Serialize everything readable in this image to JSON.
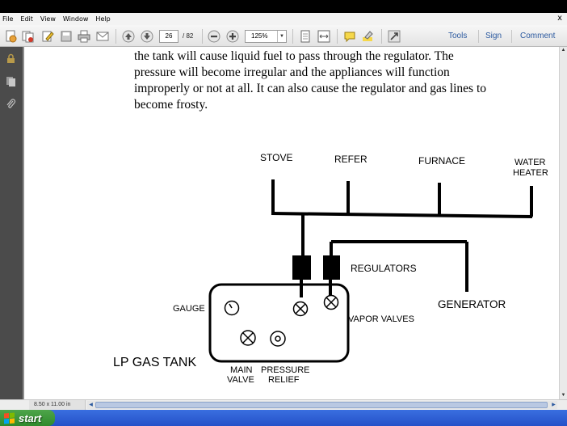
{
  "menu": {
    "items": [
      "File",
      "Edit",
      "View",
      "Window",
      "Help"
    ],
    "close_glyph": "x"
  },
  "toolbar": {
    "icons": [
      "create-pdf-icon",
      "combine-icon",
      "edit-icon",
      "save-icon",
      "print-icon",
      "email-icon",
      "page-up-icon",
      "page-down-icon",
      "zoom-out-icon",
      "zoom-in-icon",
      "fit-page-icon",
      "fit-width-icon",
      "comment-icon",
      "highlight-icon",
      "full-screen-icon"
    ],
    "current_page": "26",
    "total_pages": "/ 82",
    "zoom": "125%",
    "tools_label": "Tools",
    "sign_label": "Sign",
    "comment_label": "Comment"
  },
  "sidebar": {
    "icons": [
      "lock-icon",
      "pages-icon",
      "attachment-icon"
    ]
  },
  "document": {
    "lines": [
      "the tank will cause liquid fuel to pass through the regulator.  The",
      "pressure will become irregular and the appliances will function",
      "improperly or not at all.  It can also cause the regulator and gas lines to",
      "become frosty."
    ],
    "diagram": {
      "appliances": {
        "stove": "STOVE",
        "refer": "REFER",
        "furnace": "FURNACE",
        "water_heater_line1": "WATER",
        "water_heater_line2": "HEATER"
      },
      "regulators": "REGULATORS",
      "generator": "GENERATOR",
      "gauge": "GAUGE",
      "vapor_valves": "VAPOR VALVES",
      "tank_label": "LP GAS TANK",
      "main_valve_line1": "MAIN",
      "main_valve_line2": "VALVE",
      "pressure_relief_line1": "PRESSURE",
      "pressure_relief_line2": "RELIEF"
    }
  },
  "status": {
    "page_size": "8.50 x 11.00 in"
  },
  "taskbar": {
    "start_label": "start"
  },
  "colors": {
    "accent": "#2c5aa0",
    "left_panel": "#4b4b4b",
    "taskbar": "#2450c8",
    "start_button": "#3a9636"
  }
}
